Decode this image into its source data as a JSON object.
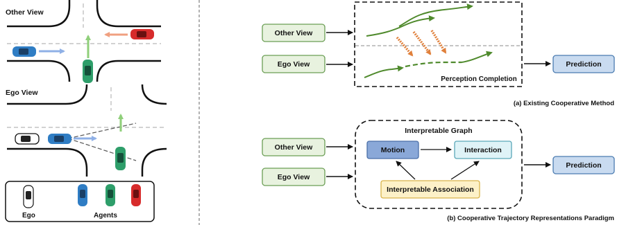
{
  "left_panel": {
    "other_view_label": "Other View",
    "ego_view_label": "Ego View",
    "legend": {
      "ego_label": "Ego",
      "agents_label": "Agents"
    }
  },
  "diagram_a": {
    "other_view": "Other View",
    "ego_view": "Ego View",
    "perception_completion": "Perception Completion",
    "prediction": "Prediction",
    "caption": "(a) Existing Cooperative Method"
  },
  "diagram_b": {
    "other_view": "Other View",
    "ego_view": "Ego View",
    "graph_title": "Interpretable Graph",
    "motion": "Motion",
    "interaction": "Interaction",
    "association": "Interpretable Association",
    "prediction": "Prediction",
    "caption": "(b) Cooperative Trajectory Representations Paradigm"
  },
  "colors": {
    "view_box_fill": "#e8f2df",
    "view_box_stroke": "#6b9e55",
    "prediction_fill": "#c9dbf0",
    "prediction_stroke": "#4a7bb0",
    "motion_fill": "#8aa8d8",
    "interaction_fill": "#dff3f7",
    "association_fill": "#fdf1c8",
    "association_stroke": "#d9b44a",
    "trajectory_green": "#4f8a2c",
    "arrow_orange": "#e0803b",
    "car_blue": "#2f7dc4",
    "car_green": "#2e9e6a",
    "car_red": "#d72b2b"
  }
}
